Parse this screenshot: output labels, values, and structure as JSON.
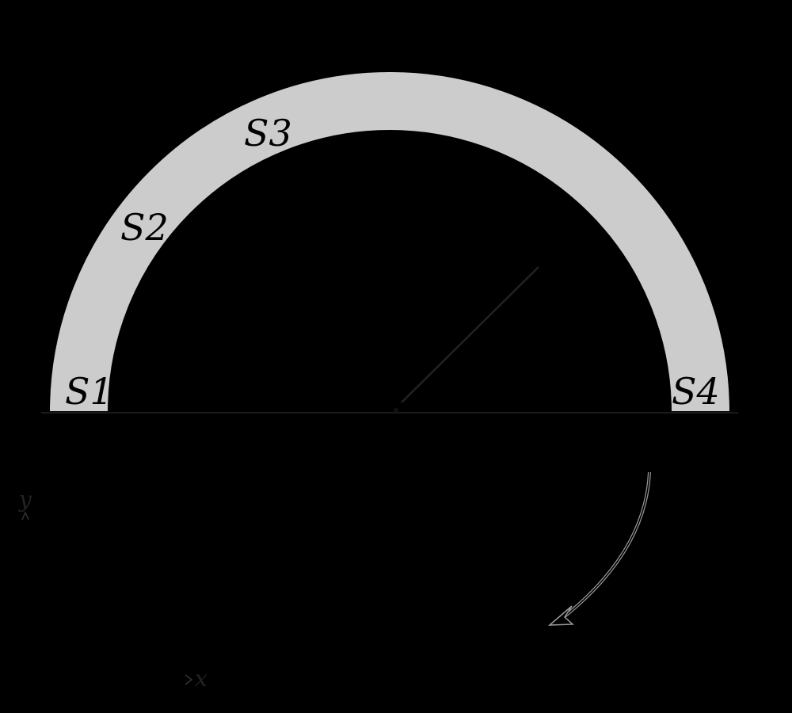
{
  "diagram": {
    "colors": {
      "background": "#000000",
      "ring": "#cccccc",
      "stroke": "#000000",
      "arrow_outline": "#9a9a9a"
    },
    "segments": [
      {
        "label": "S1"
      },
      {
        "label": "S2"
      },
      {
        "label": "S3"
      },
      {
        "label": "S4"
      }
    ],
    "axes": {
      "x_label": "x",
      "y_label": "y"
    }
  }
}
